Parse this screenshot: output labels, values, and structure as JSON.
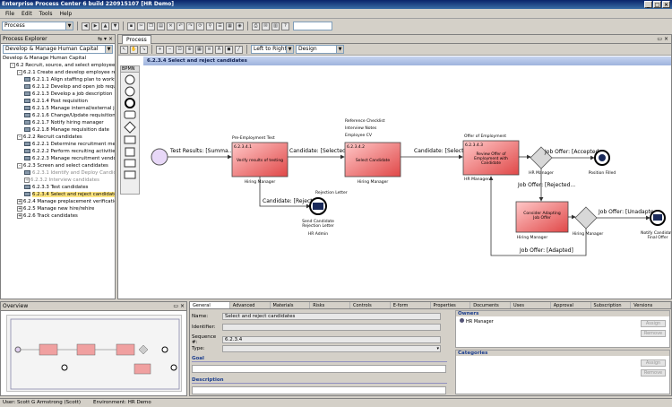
{
  "window": {
    "title": "Enterprise Process Center 6 build 220915107 [HR Demo]"
  },
  "menu": [
    "File",
    "Edit",
    "Tools",
    "Help"
  ],
  "toolbar": {
    "process_combo": "Process",
    "search_value": ""
  },
  "explorer": {
    "title": "Process Explorer",
    "combo": "Develop & Manage Human Capital",
    "root": "Develop & Manage Human Capital",
    "items": [
      {
        "label": "6.2 Recruit, source, and select employees",
        "level": 1,
        "exp": "-"
      },
      {
        "label": "6.2.1 Create and develop employee requisit",
        "level": 2,
        "exp": "-"
      },
      {
        "label": "6.2.1.1 Align staffing plan to workforce",
        "level": 3
      },
      {
        "label": "6.2.1.2 Develop and open job requisitio",
        "level": 3
      },
      {
        "label": "6.2.1.3 Develop a job description",
        "level": 3
      },
      {
        "label": "6.2.1.4 Post requisition",
        "level": 3
      },
      {
        "label": "6.2.1.5 Manage internal/external job po",
        "level": 3
      },
      {
        "label": "6.2.1.6 Change/Update requisition",
        "level": 3
      },
      {
        "label": "6.2.1.7 Notify hiring manager",
        "level": 3
      },
      {
        "label": "6.2.1.8 Manage requisition date",
        "level": 3
      },
      {
        "label": "6.2.2 Recruit candidates",
        "level": 2,
        "exp": "-"
      },
      {
        "label": "6.2.2.1 Determine recruitment methods",
        "level": 3
      },
      {
        "label": "6.2.2.2 Perform recruiting activities/eve",
        "level": 3
      },
      {
        "label": "6.2.2.3 Manage recruitment vendors",
        "level": 3
      },
      {
        "label": "6.2.3 Screen and select candidates",
        "level": 2,
        "exp": "-"
      },
      {
        "label": "6.2.3.1 Identify and Deploy Candidate s",
        "level": 3,
        "dim": true
      },
      {
        "label": "6.2.3.2 Interview candidates",
        "level": 3,
        "dim": true,
        "exp": "+"
      },
      {
        "label": "6.2.3.3 Test candidates",
        "level": 3
      },
      {
        "label": "6.2.3.4 Select and reject candidates",
        "level": 3,
        "selected": true
      },
      {
        "label": "6.2.4 Manage preplacement verification",
        "level": 2,
        "exp": "+"
      },
      {
        "label": "6.2.5 Manage new hire/rehire",
        "level": 2,
        "exp": "+"
      },
      {
        "label": "6.2.6 Track candidates",
        "level": 2,
        "exp": "+"
      }
    ]
  },
  "canvas": {
    "tab": "Process",
    "layout_combo": "Left to Right",
    "view_combo": "Design",
    "palette_label": "BPMN",
    "diagram_title": "6.2.3.4 Select and reject candidates"
  },
  "diagram": {
    "tasks": [
      {
        "id": "6.2.3.4.1",
        "name": "Verify results of testing",
        "performer": "Hiring Manager",
        "inputs": [
          "Pre-Employment Test"
        ]
      },
      {
        "id": "6.2.3.4.2",
        "name": "Select Candidate",
        "performer": "Hiring Manager",
        "inputs": [
          "Reference Checklist",
          "Interview Notes",
          "Employee CV"
        ]
      },
      {
        "id": "6.2.3.4.3",
        "name": "Review Offer of Employment with Candidate",
        "performer": "HR Manager",
        "inputs": [
          "Offer of Employment"
        ]
      },
      {
        "id": "",
        "name": "Consider Adapting Job Offer",
        "performer": "Hiring Manager",
        "inputs": []
      }
    ],
    "flows": [
      "Test Results: [Summa...",
      "Candidate: [Selected...",
      "Candidate: [Selected...",
      "Job Offer: [Accepted...",
      "Job Offer: [Rejected...",
      "Job Offer: [Unadapte",
      "Job Offer: [Adapted]",
      "Candidate: [Rejected..."
    ],
    "gateways": [
      "HR Manager",
      "Hiring Manager"
    ],
    "end_events": [
      {
        "name": "Position Filled"
      },
      {
        "name": "Notify Candidate Final Offer"
      },
      {
        "name": "Send Candidate Rejection Letter",
        "performer": "HR Admin",
        "input": "Rejection Letter"
      }
    ]
  },
  "overview": {
    "title": "Overview"
  },
  "properties": {
    "tabs": [
      "General",
      "Advanced",
      "Materials",
      "Risks",
      "Controls",
      "E-form",
      "Properties",
      "Documents",
      "Uses",
      "Approval",
      "Subscription",
      "Versions"
    ],
    "name_label": "Name:",
    "name": "Select and reject candidates",
    "identifier_label": "Identifier:",
    "identifier": "",
    "sequence_label": "Sequence #:",
    "sequence": "6.2.3.4",
    "type_label": "Type:",
    "type": "",
    "goal_label": "Goal",
    "description_label": "Description",
    "owners_label": "Owners",
    "owners": [
      "HR Manager"
    ],
    "categories_label": "Categories",
    "assign_button": "Assign",
    "remove_button": "Remove"
  },
  "status": {
    "user": "User: Scott G Armstrong (Scott)",
    "environment": "Environment: HR Demo"
  },
  "colors": {
    "task_fill": "#f07070",
    "accent": "#0a246a",
    "event_fill": "#e8d8f8"
  }
}
